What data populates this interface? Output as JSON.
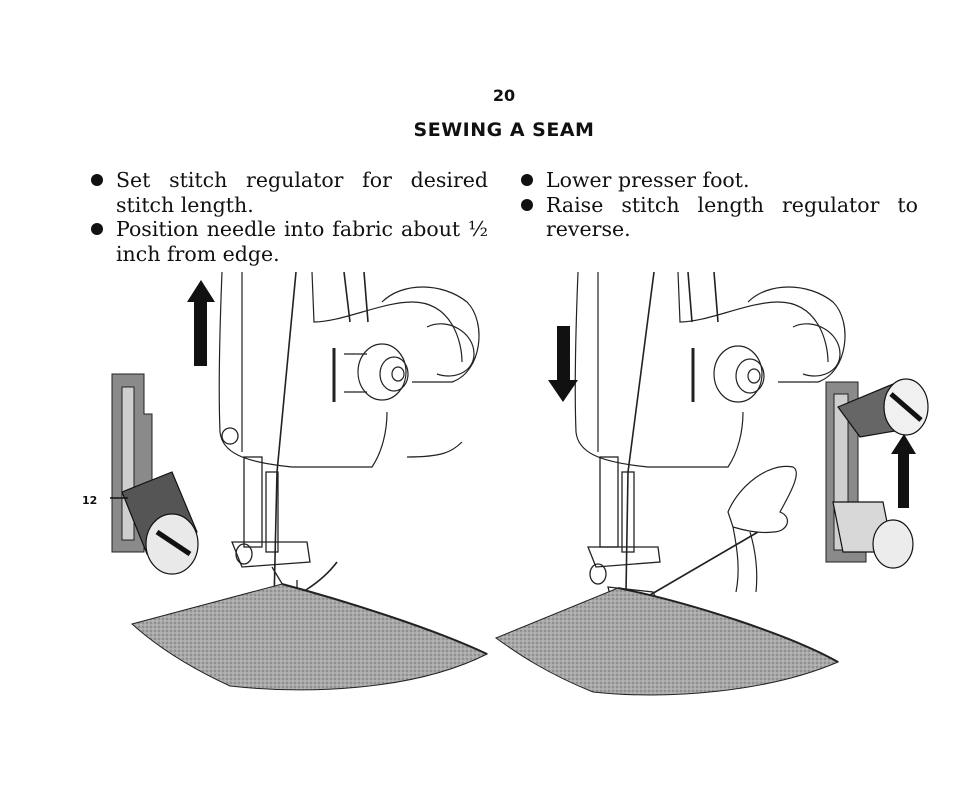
{
  "page_number": "20",
  "title": "SEWING A SEAM",
  "left_column": {
    "items": [
      "Set stitch regulator for desired stitch length.",
      "Position needle into fabric about ½ inch from edge."
    ]
  },
  "right_column": {
    "items": [
      "Lower presser foot.",
      "Raise stitch length regulator to reverse."
    ]
  },
  "figures": {
    "left": {
      "callout": "12"
    }
  }
}
